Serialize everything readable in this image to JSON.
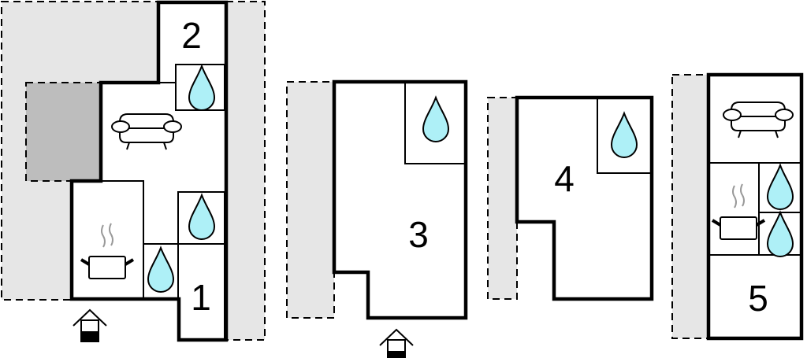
{
  "floor_plans": [
    {
      "label": "2",
      "second_label": "1",
      "has_entrance": true
    },
    {
      "label": "3",
      "has_entrance": true
    },
    {
      "label": "4",
      "has_entrance": false
    },
    {
      "label": "5",
      "has_entrance": false
    }
  ],
  "colors": {
    "water": "#aef0f7",
    "yard": "#e6e6e6",
    "shed": "#bdbdbd"
  },
  "icons": [
    "water-drop-icon",
    "sofa-icon",
    "cooking-pot-icon",
    "entrance-icon"
  ]
}
